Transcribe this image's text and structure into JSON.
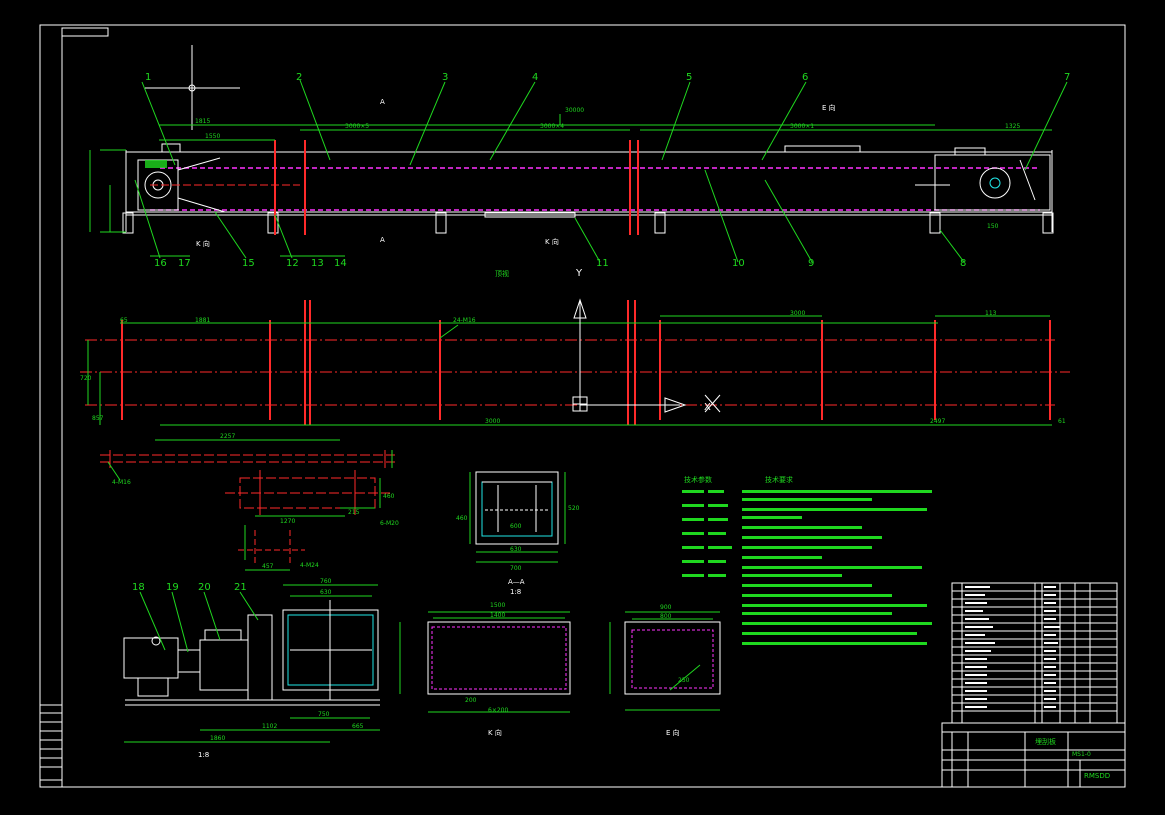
{
  "balloons": [
    "1",
    "2",
    "3",
    "4",
    "5",
    "6",
    "7",
    "8",
    "9",
    "10",
    "11",
    "12",
    "13",
    "14",
    "15",
    "16",
    "17",
    "18",
    "19",
    "20",
    "21"
  ],
  "dims": {
    "d1815": "1815",
    "d1550": "1550",
    "d3000x5": "3000×5",
    "d30000": "30000",
    "d3000x4": "3000×4",
    "d3000x1": "3000×1",
    "d1325": "1325",
    "d150": "150",
    "d65": "65",
    "d1881": "1881",
    "d3000": "3000",
    "d113": "113",
    "d720": "720",
    "d857": "857",
    "d2497": "2497",
    "d61": "61",
    "d2257": "2257",
    "d4m16": "4-M16",
    "d24m16": "24-M16",
    "d1270": "1270",
    "d215": "215",
    "d6m20": "6-M20",
    "d4m24": "4-M24",
    "d457": "457",
    "d760": "760",
    "d630": "630",
    "d750": "750",
    "d1102": "1102",
    "d665": "665",
    "d1860": "1860",
    "d1500": "1500",
    "d1400": "1400",
    "d200": "200",
    "d6x200": "6×200",
    "d900": "900",
    "d800": "800",
    "d700": "700",
    "d250": "250",
    "d460": "460",
    "d600": "600",
    "d630b": "630",
    "d520": "520"
  },
  "view_labels": {
    "a_arrow": "A",
    "e_dir": "E 向",
    "k_dir": "K 向",
    "k_dir2": "K 向",
    "aa": "A—A",
    "aa_scale": "1:8",
    "scale_left": "1:8",
    "k_view": "K 向",
    "e_view": "E 向",
    "top": "顶视",
    "axis_y": "Y",
    "axis_x": "X"
  },
  "notes": {
    "params_title": "技术参数",
    "req_title": "技术要求"
  },
  "title_block": {
    "drawing_no": "RMSDD",
    "label": "埋刮板",
    "ref": "MS1-0"
  },
  "colors": {
    "background": "#000000",
    "outline": "#ffffff",
    "dimension": "#1fd81f",
    "centerline": "#ff2a2a",
    "chain": "#ff33ff",
    "hidden": "#21e6e6"
  }
}
